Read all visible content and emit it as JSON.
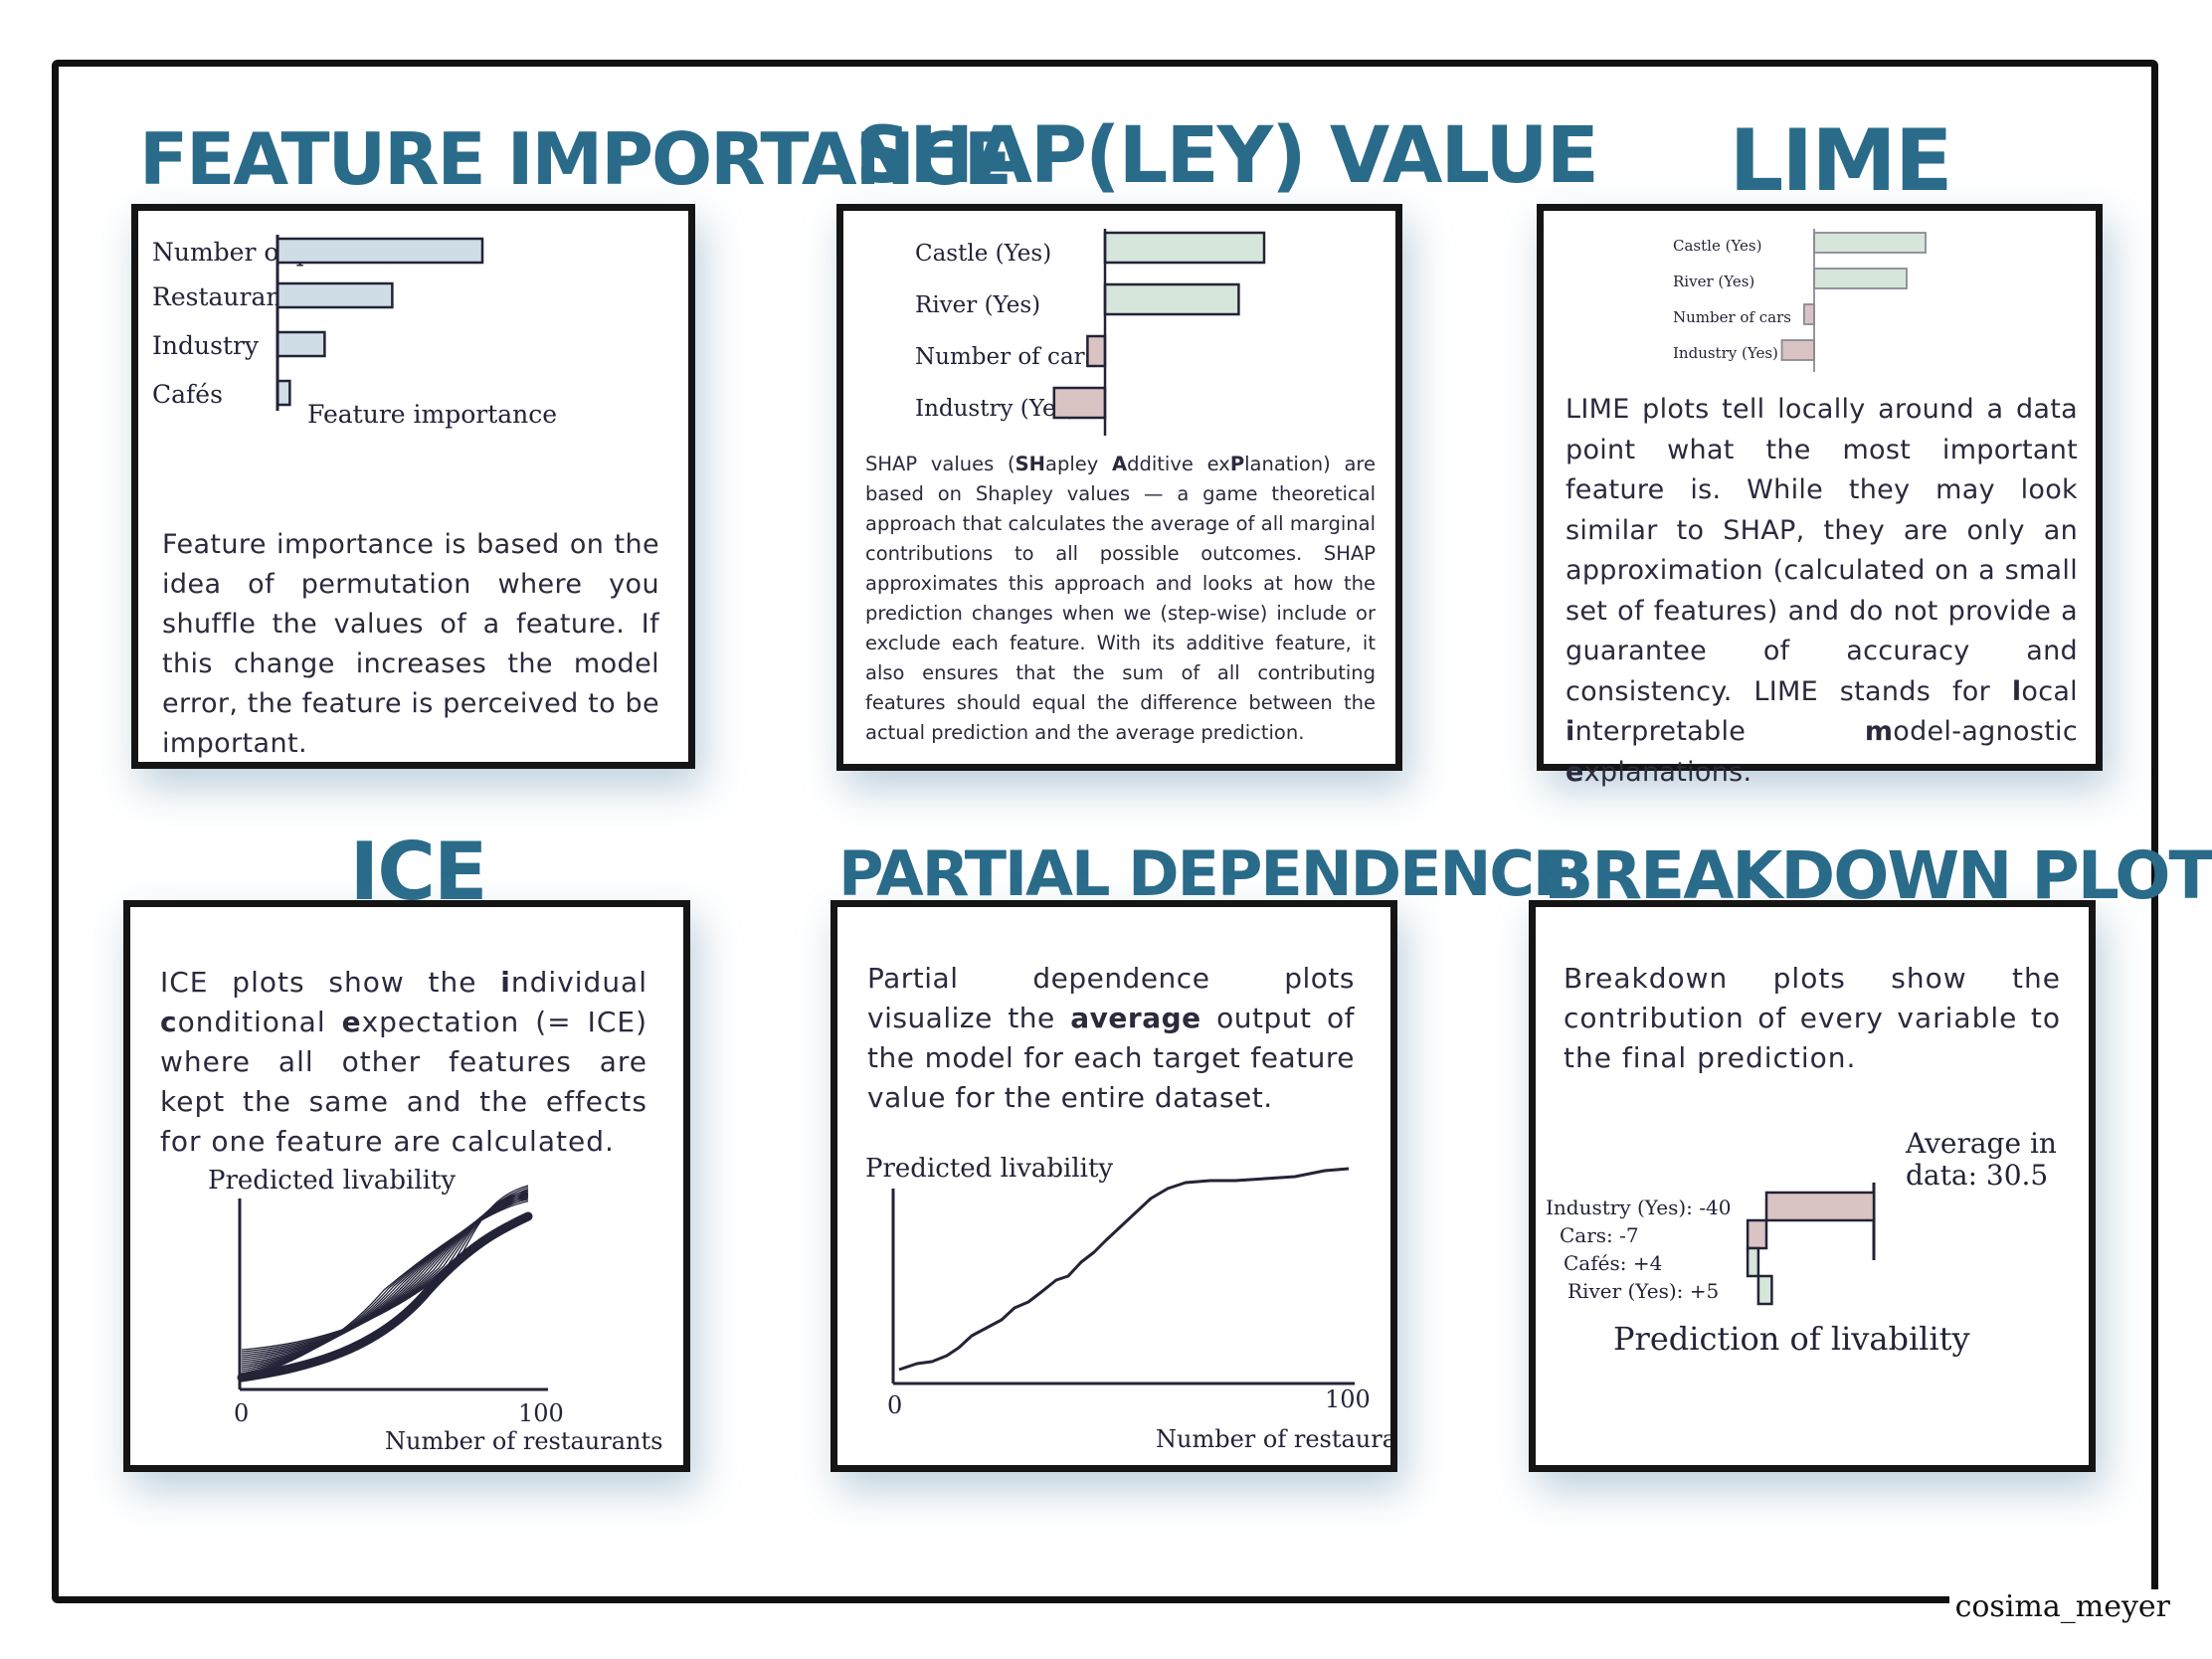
{
  "fi": {
    "title": "FEATURE IMPORTANCE",
    "bars": [
      {
        "label": "Number of parks",
        "value": 1.0
      },
      {
        "label": "Restaurants",
        "value": 0.56
      },
      {
        "label": "Industry",
        "value": 0.23
      },
      {
        "label": "Cafés",
        "value": 0.06
      }
    ],
    "axis_label": "Feature importance",
    "text": "Feature importance is based on the idea of permutation where you shuffle the values of a feature. If this change increases the model error, the feature is perceived to be important."
  },
  "shap": {
    "title": "SHAP(LEY) VALUE",
    "bars": [
      {
        "label": "Castle (Yes)",
        "value": 1.0
      },
      {
        "label": "River (Yes)",
        "value": 0.84
      },
      {
        "label": "Number of cars",
        "value": -0.11
      },
      {
        "label": "Industry (Yes)",
        "value": -0.32
      }
    ],
    "text_pre": "SHAP values (",
    "t1b": "SH",
    "t1": "apley ",
    "t2b": "A",
    "t2": "dditive ex",
    "t3b": "P",
    "t3": "lanation)",
    "text_post": " are based on Shapley values — a game theoretical approach that calculates the average of all marginal contributions to all possible outcomes. SHAP approximates this approach and looks at how the prediction changes when we (step-wise) include or exclude each feature. With its additive feature, it also ensures that the sum of all contributing features should equal the difference between the actual prediction and the average prediction."
  },
  "lime": {
    "title": "LIME",
    "bars": [
      {
        "label": "Castle (Yes)",
        "value": 1.0
      },
      {
        "label": "River (Yes)",
        "value": 0.83
      },
      {
        "label": "Number of cars",
        "value": -0.09
      },
      {
        "label": "Industry (Yes)",
        "value": -0.29
      }
    ],
    "text_pre": "LIME plots tell locally around a data point what the most important feature is. While they may look similar to SHAP, they are only an approximation (calculated on a small set of features) and do not provide a guarantee of accuracy and consistency. LIME stands for ",
    "a1b": "l",
    "a1": "ocal ",
    "a2b": "i",
    "a2": "nterpretable ",
    "a3b": "m",
    "a3": "odel-agnostic ",
    "a4b": "e",
    "a4": "xplanations."
  },
  "ice": {
    "title": "ICE",
    "p0": "ICE plots show the ",
    "b1": "i",
    "p1": "ndividual ",
    "b2": "c",
    "p2": "onditional ",
    "b3": "e",
    "p3": "xpectation (= ICE) where all other features are kept the same and the effects for one feature are calculated.",
    "ylabel": "Predicted livability",
    "xlabel": "Number of restaurants",
    "x_min": "0",
    "x_max": "100"
  },
  "pd": {
    "title": "PARTIAL DEPENDENCE",
    "p0": "Partial dependence plots visualize the ",
    "b1": "average",
    "p1": " output of the model for each target feature value for the entire dataset.",
    "ylabel": "Predicted livability",
    "xlabel": "Number of restaurants",
    "x_min": "0",
    "x_max": "100"
  },
  "bd": {
    "title": "BREAKDOWN PLOT",
    "text": "Breakdown plots show the contribution of every variable to the final prediction.",
    "items": [
      {
        "label": "Industry (Yes): -40",
        "value": -40
      },
      {
        "label": "Cars: -7",
        "value": -7
      },
      {
        "label": "Cafés: +4",
        "value": 4
      },
      {
        "label": "River (Yes): +5",
        "value": 5
      }
    ],
    "avg_label_1": "Average in",
    "avg_label_2": "data: 30.5",
    "xlabel": "Prediction of livability"
  },
  "signature": "cosima_meyer",
  "colors": {
    "heading": "#2a6b8a",
    "bar_blue": "#cfdde7",
    "bar_green": "#d6e6da",
    "bar_pink": "#d9c3c3",
    "ink": "#232338",
    "frame": "#111111"
  }
}
